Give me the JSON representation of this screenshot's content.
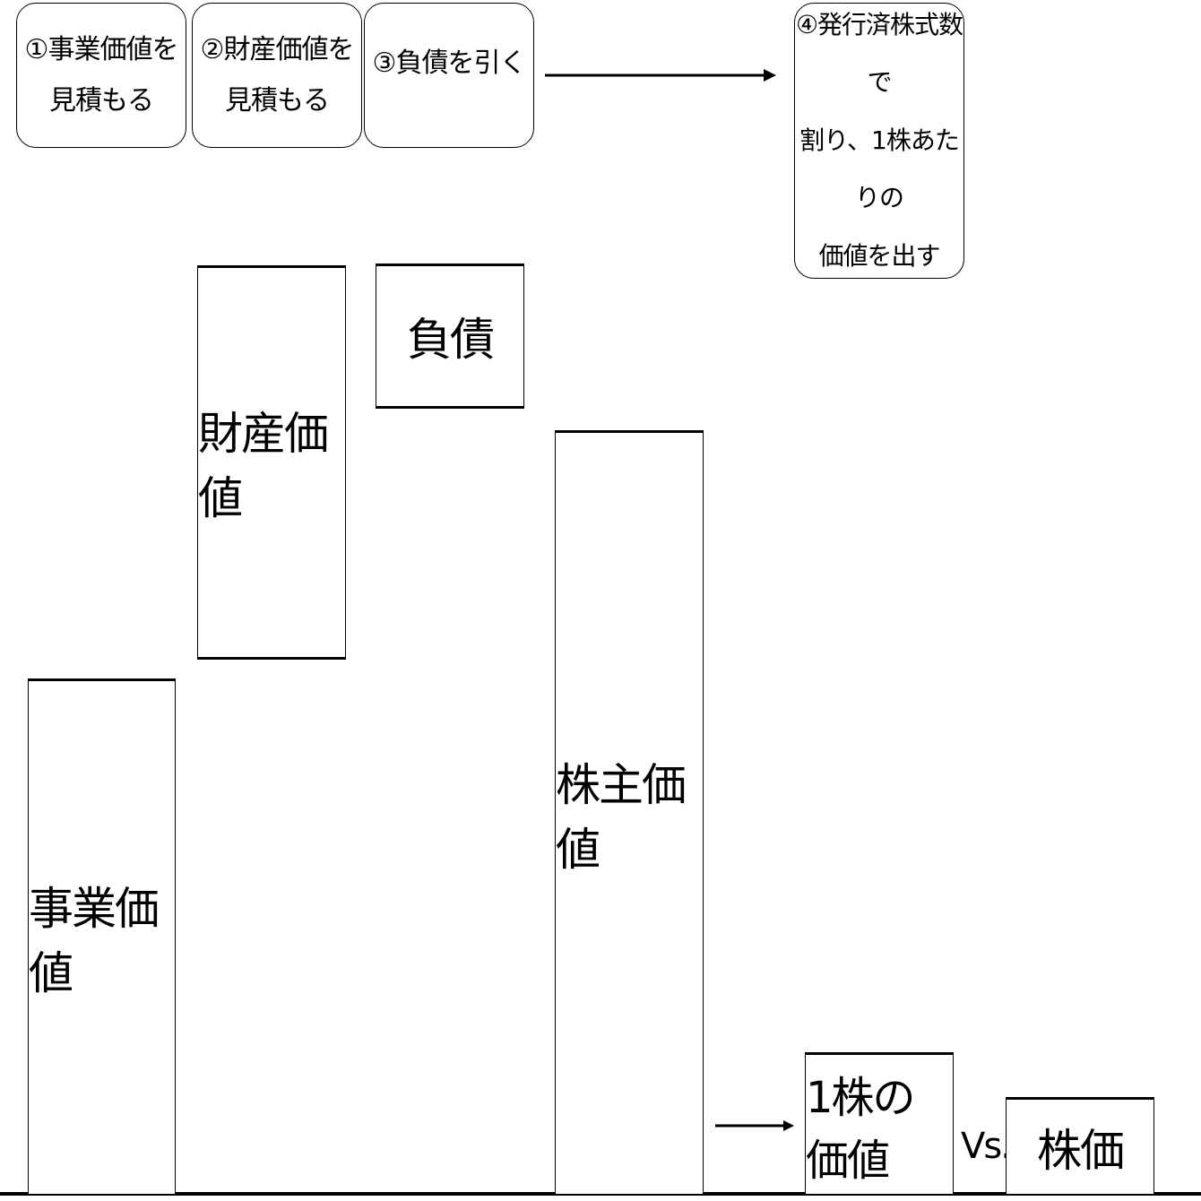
{
  "steps": [
    {
      "line1": "①事業価値を",
      "line2": "見積もる"
    },
    {
      "line1": "②財産価値を",
      "line2": "見積もる"
    },
    {
      "line1": "③負債を引く"
    },
    {
      "line1": "④発行済株式数で",
      "line2": "割り、1株あたりの",
      "line3": "価値を出す"
    }
  ],
  "blocks": {
    "business_value": "事業価値",
    "asset_value": "財産価値",
    "liabilities": "負債",
    "shareholder_value": "株主価値",
    "per_share_value": "1株の価値",
    "versus": "Vs.",
    "stock_price": "株価"
  }
}
